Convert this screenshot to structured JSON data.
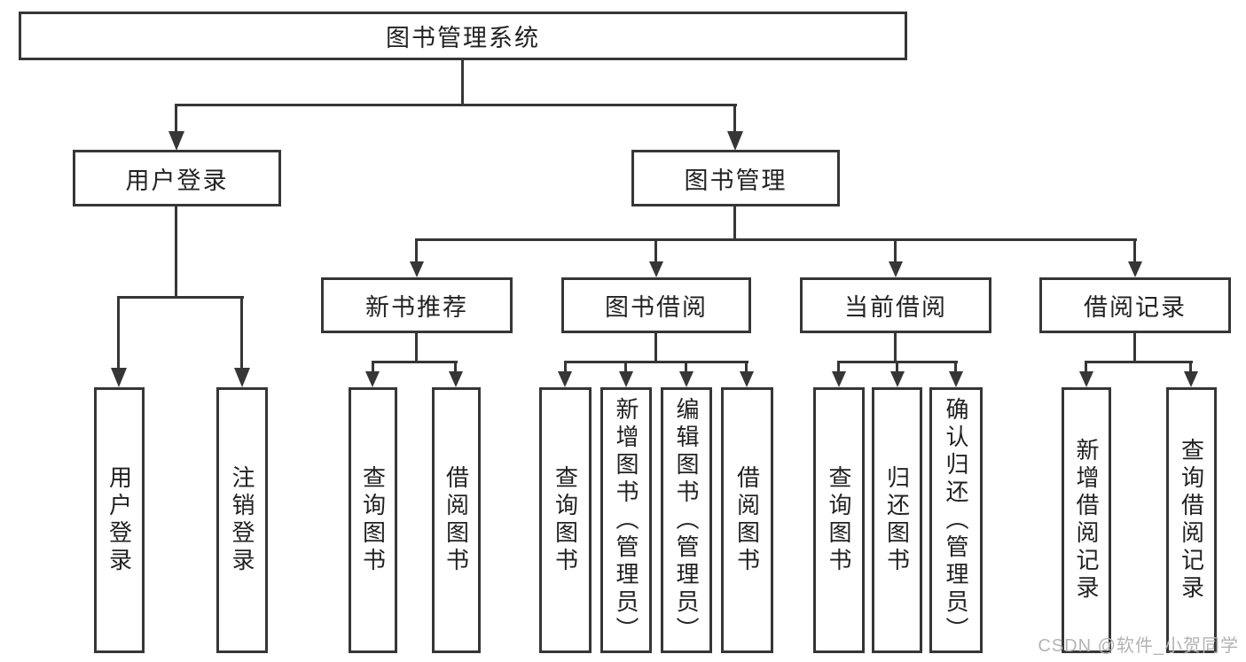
{
  "tree": {
    "label": "图书管理系统",
    "children": [
      {
        "label": "用户登录",
        "children": [
          {
            "label": "用户登录"
          },
          {
            "label": "注销登录"
          }
        ]
      },
      {
        "label": "图书管理",
        "children": [
          {
            "label": "新书推荐",
            "children": [
              {
                "label": "查询图书"
              },
              {
                "label": "借阅图书"
              }
            ]
          },
          {
            "label": "图书借阅",
            "children": [
              {
                "label": "查询图书"
              },
              {
                "label": "新增图书（管理员）"
              },
              {
                "label": "编辑图书（管理员）"
              },
              {
                "label": "借阅图书"
              }
            ]
          },
          {
            "label": "当前借阅",
            "children": [
              {
                "label": "查询图书"
              },
              {
                "label": "归还图书"
              },
              {
                "label": "确认归还（管理员）"
              }
            ]
          },
          {
            "label": "借阅记录",
            "children": [
              {
                "label": "新增借阅记录"
              },
              {
                "label": "查询借阅记录"
              }
            ]
          }
        ]
      }
    ]
  },
  "watermark": {
    "text": "CSDN @软件_小贺同学"
  },
  "colors": {
    "line": "#363636",
    "text": "#222222",
    "watermark": "#b3b3b3",
    "bg": "#ffffff"
  }
}
